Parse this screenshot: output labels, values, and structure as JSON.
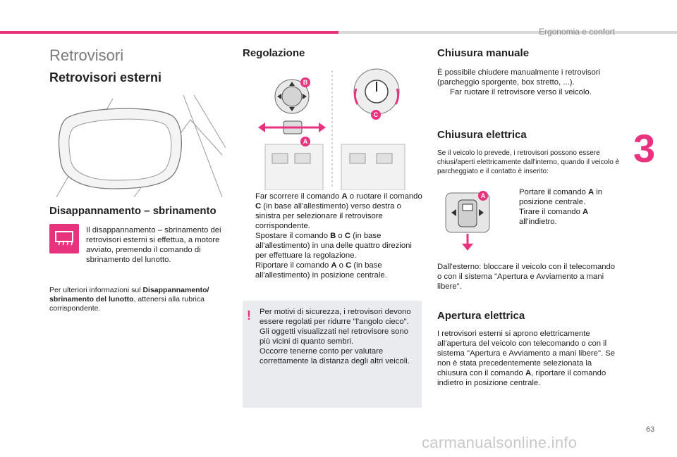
{
  "header": {
    "section": "Ergonomia e confort",
    "chapter": "3",
    "page_number": "63"
  },
  "watermark": "carmanualsonline.info",
  "col1": {
    "page_title": "Retrovisori",
    "heading_external": "Retrovisori esterni",
    "heading_defrost": "Disappannamento – sbrinamento",
    "defrost_text": "Il disappannamento – sbrinamento dei retrovisori esterni si effettua, a motore avviato, premendo il comando di sbrinamento del lunotto.",
    "more_info_pre": "Per ulteriori informazioni sul ",
    "more_info_bold": "Disappannamento/ sbrinamento del lunotto",
    "more_info_post": ", attenersi alla rubrica corrispondente."
  },
  "col2": {
    "heading": "Regolazione",
    "labels": {
      "a": "A",
      "b": "B",
      "c": "C"
    },
    "bullets": [
      {
        "p1": "Far scorrere il comando ",
        "b1": "A",
        "p2": " o ruotare il comando ",
        "b2": "C",
        "p3": " (in base all'allestimento) verso destra o sinistra per selezionare il retrovisore corrispondente."
      },
      {
        "p1": "Spostare il comando ",
        "b1": "B",
        "p2": " o ",
        "b2": "C",
        "p3": " (in base all'allestimento) in una delle quattro direzioni per effettuare la regolazione."
      },
      {
        "p1": "Riportare il comando ",
        "b1": "A",
        "p2": " o ",
        "b2": "C",
        "p3": " (in base all'allestimento) in posizione centrale."
      }
    ],
    "note": "Per motivi di sicurezza, i retrovisori devono essere regolati per ridurre \"l'angolo cieco\".\nGli oggetti visualizzati nel retrovisore sono più vicini di quanto sembri.\nOccorre tenerne conto per valutare correttamente la distanza degli altri veicoli.",
    "note_mark": "!"
  },
  "col3": {
    "heading_manual": "Chiusura manuale",
    "manual_text": "È possibile chiudere manualmente i retrovisori (parcheggio sporgente, box stretto, ...).",
    "manual_bullet": "Far ruotare il retrovisore verso il veicolo.",
    "heading_electric": "Chiusura elettrica",
    "electric_text": "Se il veicolo lo prevede, i retrovisori possono essere chiusi/aperti elettricamente dall'interno, quando il veicolo è parcheggiato e il contatto è inserito:",
    "electric_bullet1_pre": "Portare il comando ",
    "electric_bullet1_bold": "A",
    "electric_bullet1_post": " in posizione centrale.",
    "electric_bullet2_pre": "Tirare il comando ",
    "electric_bullet2_bold": "A",
    "electric_bullet2_post": " all'indietro.",
    "remote_text": "Dall'esterno: bloccare il veicolo con il telecomando o con il sistema \"Apertura e Avviamento a mani libere\".",
    "heading_open": "Apertura elettrica",
    "open_text_pre": "I retrovisori esterni si aprono elettricamente all'apertura del veicolo con telecomando o con il sistema \"Apertura e Avviamento a mani libere\". Se non è stata precedentemente selezionata la chiusura con il comando ",
    "open_text_bold": "A",
    "open_text_post": ", riportare il comando indietro in posizione centrale."
  },
  "bullet_glyph": "",
  "colors": {
    "accent": "#e8327d",
    "note_bg": "#e9ebee"
  }
}
